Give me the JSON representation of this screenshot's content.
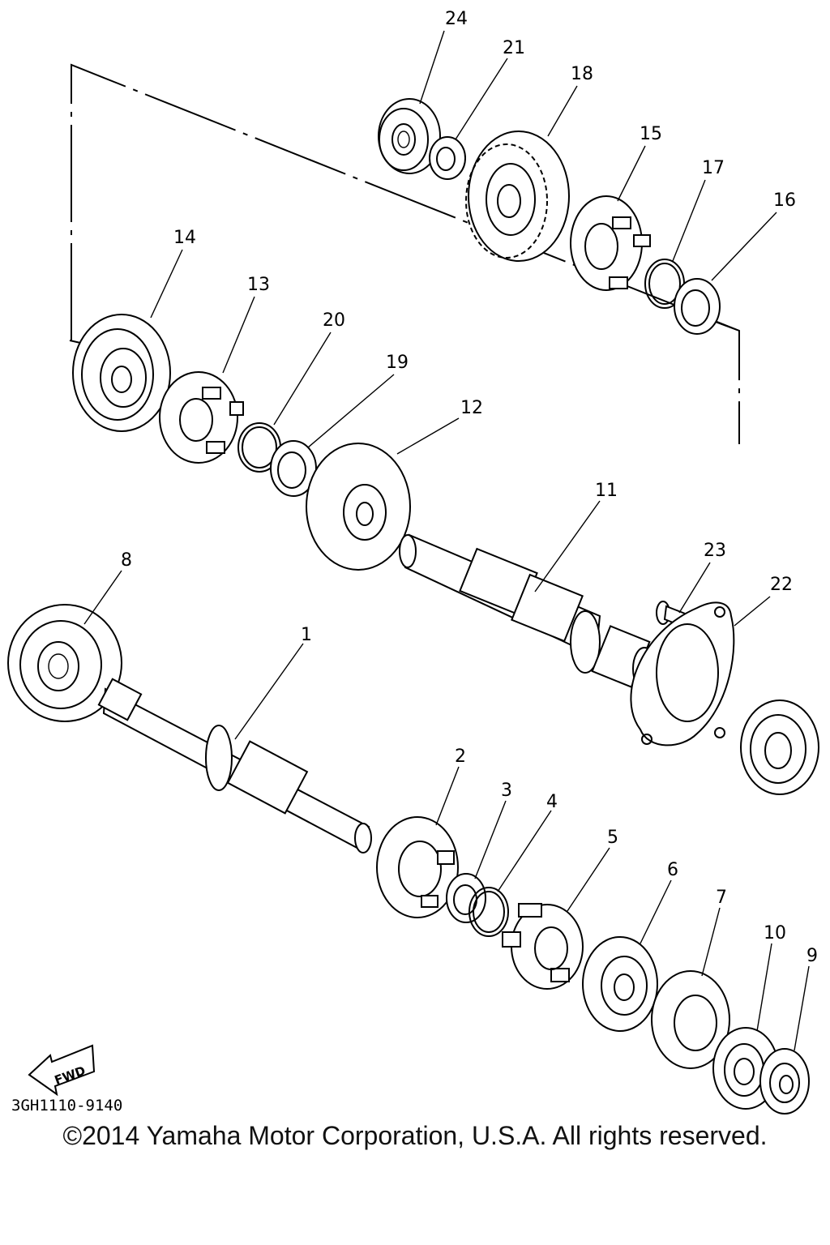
{
  "diagram": {
    "part_labels": {
      "p1": "1",
      "p2": "2",
      "p3": "3",
      "p4": "4",
      "p5": "5",
      "p6": "6",
      "p7": "7",
      "p8": "8",
      "p9": "9",
      "p10": "10",
      "p11": "11",
      "p12": "12",
      "p13": "13",
      "p14": "14",
      "p15": "15",
      "p16": "16",
      "p17": "17",
      "p18": "18",
      "p19": "19",
      "p20": "20",
      "p21": "21",
      "p22": "22",
      "p23": "23",
      "p24": "24"
    },
    "fwd_label": "FWD",
    "drawing_code": "3GH1110-9140"
  },
  "footer": {
    "copyright": "©2014 Yamaha Motor Corporation, U.S.A. All rights reserved."
  }
}
